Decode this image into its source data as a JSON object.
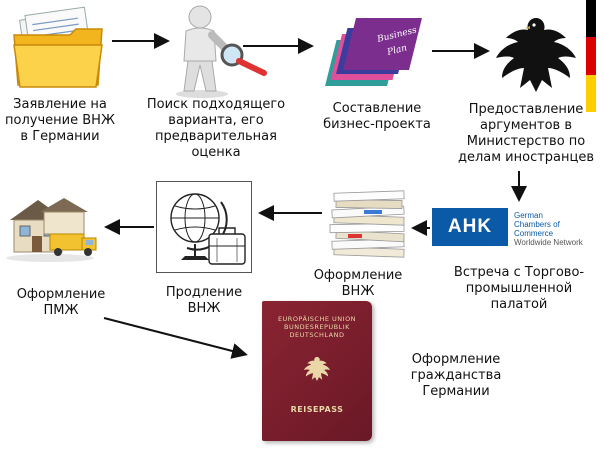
{
  "steps": [
    {
      "id": "application",
      "lines": [
        "Заявление на",
        "получение ВНЖ",
        "в Германии"
      ]
    },
    {
      "id": "search",
      "lines": [
        "Поиск подходящего",
        "варианта, его",
        "предварительная",
        "оценка"
      ]
    },
    {
      "id": "business-plan",
      "lines": [
        "Составление",
        "бизнес-проекта"
      ]
    },
    {
      "id": "ministry",
      "lines": [
        "Предоставление",
        "аргументов в",
        "Министерство по",
        "делам иностранцев"
      ]
    },
    {
      "id": "chamber",
      "lines": [
        "Встреча с Торгово-",
        "промышленной",
        "палатой"
      ]
    },
    {
      "id": "residence",
      "lines": [
        "Оформление",
        "ВНЖ"
      ]
    },
    {
      "id": "extension",
      "lines": [
        "Продление",
        "ВНЖ"
      ]
    },
    {
      "id": "permanent",
      "lines": [
        "Оформление",
        "ПМЖ"
      ]
    },
    {
      "id": "citizenship",
      "lines": [
        "Оформление",
        "гражданства",
        "Германии"
      ]
    }
  ],
  "business_plan_cover": [
    "Business",
    "Plan"
  ],
  "ahk_logo": {
    "mark": "AHK",
    "lines": [
      "German",
      "Chambers of Commerce",
      "Worldwide Network"
    ]
  },
  "passport": {
    "top": [
      "EUROPÄISCHE UNION",
      "BUNDESREPUBLIK",
      "DEUTSCHLAND"
    ],
    "bottom": "REISEPASS"
  },
  "colors": {
    "arrow": "#111111",
    "passport": "#7a1f2c",
    "ahk": "#0a5aa8",
    "flag_black": "#000000",
    "flag_red": "#dd0000",
    "flag_gold": "#ffce00"
  },
  "icons": [
    "folder-icon",
    "person-with-magnifier-icon",
    "business-plan-folders-icon",
    "german-eagle-icon",
    "ahk-logo-icon",
    "document-stack-icon",
    "globe-suitcase-icon",
    "house-truck-icon",
    "passport-icon"
  ]
}
